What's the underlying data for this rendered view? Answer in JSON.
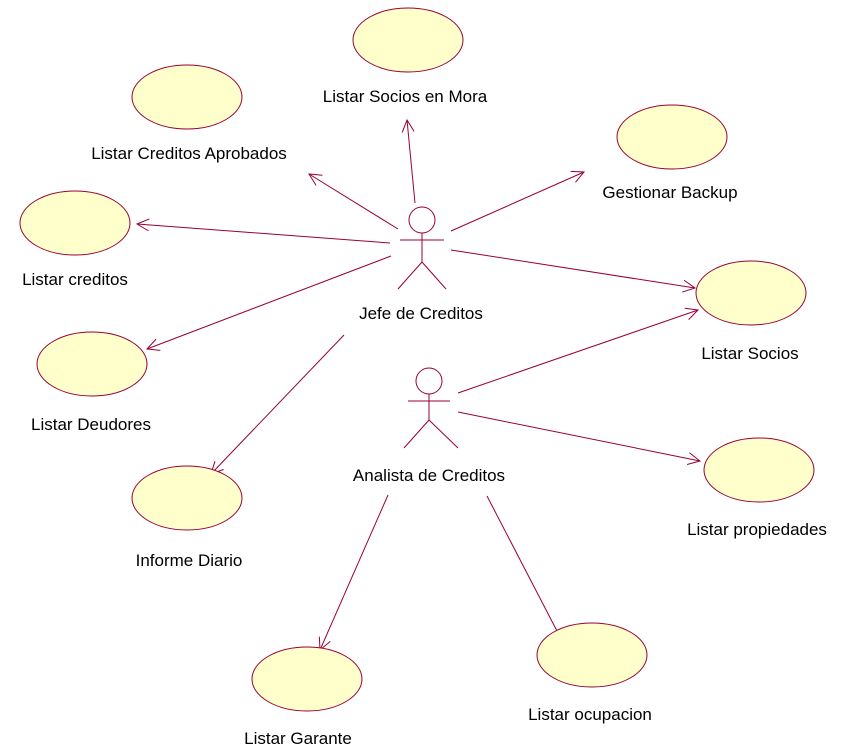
{
  "colors": {
    "usecase_fill": "#ffffcc",
    "line": "#990033",
    "text": "#000000"
  },
  "actors": {
    "jefe": {
      "name": "Jefe de Creditos"
    },
    "analista": {
      "name": "Analista de Creditos"
    }
  },
  "use_cases": {
    "listar_socios_en_mora": "Listar Socios en Mora",
    "listar_creditos_aprobados": "Listar Creditos Aprobados",
    "gestionar_backup": "Gestionar Backup",
    "listar_creditos": "Listar creditos",
    "listar_socios": "Listar Socios",
    "listar_deudores": "Listar Deudores",
    "informe_diario": "Informe Diario",
    "listar_propiedades": "Listar propiedades",
    "listar_garante": "Listar Garante",
    "listar_ocupacion": "Listar ocupacion"
  },
  "associations": [
    {
      "from": "Jefe de Creditos",
      "to": "Listar Socios en Mora"
    },
    {
      "from": "Jefe de Creditos",
      "to": "Listar Creditos Aprobados"
    },
    {
      "from": "Jefe de Creditos",
      "to": "Gestionar Backup"
    },
    {
      "from": "Jefe de Creditos",
      "to": "Listar creditos"
    },
    {
      "from": "Jefe de Creditos",
      "to": "Listar Socios"
    },
    {
      "from": "Jefe de Creditos",
      "to": "Listar Deudores"
    },
    {
      "from": "Jefe de Creditos",
      "to": "Informe Diario"
    },
    {
      "from": "Analista de Creditos",
      "to": "Listar Socios"
    },
    {
      "from": "Analista de Creditos",
      "to": "Listar propiedades"
    },
    {
      "from": "Analista de Creditos",
      "to": "Listar Garante"
    },
    {
      "from": "Analista de Creditos",
      "to": "Listar ocupacion"
    }
  ]
}
